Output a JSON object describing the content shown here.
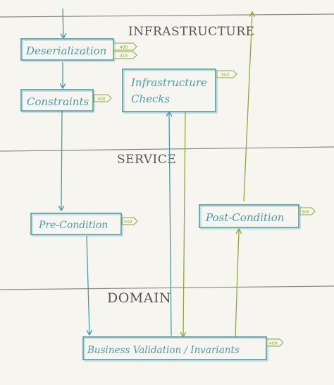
{
  "layers": {
    "infrastructure": "INFRASTRUCTURE",
    "service": "SERVICE",
    "domain": "DOMAIN"
  },
  "boxes": {
    "deserialization": {
      "label": "Deserialization",
      "codes": [
        "400",
        "415"
      ]
    },
    "constraints": {
      "label": "Constraints",
      "code": "400"
    },
    "infra_checks": {
      "line1": "Infrastructure",
      "line2": "Checks",
      "code": "503"
    },
    "pre_condition": {
      "label": "Pre-Condition",
      "code": "500"
    },
    "post_condition": {
      "label": "Post-Condition",
      "code": "500"
    },
    "business_validation": {
      "label": "Business Validation / Invariants",
      "code": "400"
    }
  },
  "colors": {
    "paper": "#f7f5f0",
    "layer_line": "#8a8a8a",
    "layer_text": "#555555",
    "box_teal": "#4a9aa8",
    "flow_teal": "#4a9aa8",
    "flow_green": "#8fa83a",
    "tag_green": "#8fa83a"
  }
}
